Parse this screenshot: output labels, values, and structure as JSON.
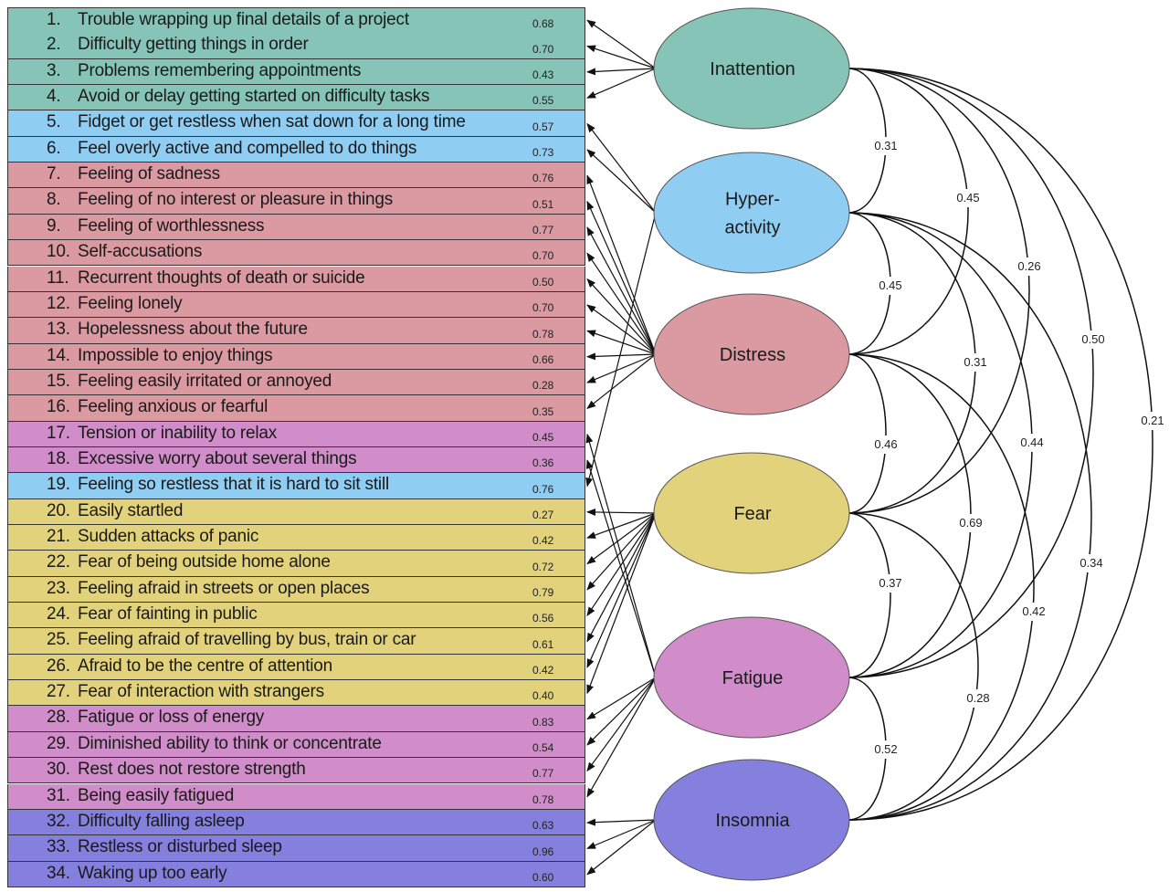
{
  "factors": [
    {
      "name": "Inattention",
      "lines": [
        "Inattention"
      ],
      "color": "#86c4b8"
    },
    {
      "name": "Hyperactivity",
      "lines": [
        "Hyper-",
        "activity"
      ],
      "color": "#8fcdf2"
    },
    {
      "name": "Distress",
      "lines": [
        "Distress"
      ],
      "color": "#db9aa1"
    },
    {
      "name": "Fear",
      "lines": [
        "Fear"
      ],
      "color": "#e3d27c"
    },
    {
      "name": "Fatigue",
      "lines": [
        "Fatigue"
      ],
      "color": "#d08dc9"
    },
    {
      "name": "Insomnia",
      "lines": [
        "Insomnia"
      ],
      "color": "#8580de"
    }
  ],
  "items": [
    {
      "num": "1.",
      "label": "Trouble wrapping up final details of a project",
      "loading": "0.68",
      "factor": 0
    },
    {
      "num": "2.",
      "label": "Difficulty getting things in order",
      "loading": "0.70",
      "factor": 0
    },
    {
      "num": "3.",
      "label": "Problems remembering appointments",
      "loading": "0.43",
      "factor": 0
    },
    {
      "num": "4.",
      "label": "Avoid or delay getting started on difficulty tasks",
      "loading": "0.55",
      "factor": 0
    },
    {
      "num": "5.",
      "label": "Fidget or get restless when sat down for a long time",
      "loading": "0.57",
      "factor": 1
    },
    {
      "num": "6.",
      "label": "Feel overly active and compelled to do things",
      "loading": "0.73",
      "factor": 1
    },
    {
      "num": "7.",
      "label": "Feeling of sadness",
      "loading": "0.76",
      "factor": 2
    },
    {
      "num": "8.",
      "label": "Feeling of no interest or pleasure in things",
      "loading": "0.51",
      "factor": 2
    },
    {
      "num": "9.",
      "label": "Feeling of worthlessness",
      "loading": "0.77",
      "factor": 2
    },
    {
      "num": "10.",
      "label": "Self-accusations",
      "loading": "0.70",
      "factor": 2
    },
    {
      "num": "11.",
      "label": "Recurrent thoughts of death or suicide",
      "loading": "0.50",
      "factor": 2
    },
    {
      "num": "12.",
      "label": "Feeling lonely",
      "loading": "0.70",
      "factor": 2
    },
    {
      "num": "13.",
      "label": "Hopelessness about the future",
      "loading": "0.78",
      "factor": 2
    },
    {
      "num": "14.",
      "label": "Impossible to enjoy things",
      "loading": "0.66",
      "factor": 2
    },
    {
      "num": "15.",
      "label": "Feeling easily irritated or annoyed",
      "loading": "0.28",
      "factor": 2
    },
    {
      "num": "16.",
      "label": "Feeling anxious or fearful",
      "loading": "0.35",
      "factor": 2
    },
    {
      "num": "17.",
      "label": "Tension or inability to relax",
      "loading": "0.45",
      "factor": 4
    },
    {
      "num": "18.",
      "label": "Excessive worry about several things",
      "loading": "0.36",
      "factor": 4
    },
    {
      "num": "19.",
      "label": "Feeling so restless that it is hard to sit still",
      "loading": "0.76",
      "factor": 1
    },
    {
      "num": "20.",
      "label": "Easily startled",
      "loading": "0.27",
      "factor": 3
    },
    {
      "num": "21.",
      "label": "Sudden attacks of panic",
      "loading": "0.42",
      "factor": 3
    },
    {
      "num": "22.",
      "label": "Fear of being outside home alone",
      "loading": "0.72",
      "factor": 3
    },
    {
      "num": "23.",
      "label": "Feeling afraid in streets or open places",
      "loading": "0.79",
      "factor": 3
    },
    {
      "num": "24.",
      "label": "Fear of fainting in public",
      "loading": "0.56",
      "factor": 3
    },
    {
      "num": "25.",
      "label": "Feeling afraid of travelling by bus, train or car",
      "loading": "0.61",
      "factor": 3
    },
    {
      "num": "26.",
      "label": "Afraid to be the centre of attention",
      "loading": "0.42",
      "factor": 3
    },
    {
      "num": "27.",
      "label": "Fear of interaction with strangers",
      "loading": "0.40",
      "factor": 3
    },
    {
      "num": "28.",
      "label": "Fatigue or loss of energy",
      "loading": "0.83",
      "factor": 4
    },
    {
      "num": "29.",
      "label": "Diminished ability to think or concentrate",
      "loading": "0.54",
      "factor": 4
    },
    {
      "num": "30.",
      "label": "Rest does not restore strength",
      "loading": "0.77",
      "factor": 4
    },
    {
      "num": "31.",
      "label": "Being easily fatigued",
      "loading": "0.78",
      "factor": 4
    },
    {
      "num": "32.",
      "label": "Difficulty falling asleep",
      "loading": "0.63",
      "factor": 5
    },
    {
      "num": "33.",
      "label": "Restless or disturbed sleep",
      "loading": "0.96",
      "factor": 5
    },
    {
      "num": "34.",
      "label": "Waking up too early",
      "loading": "0.60",
      "factor": 5
    }
  ],
  "correlations": [
    {
      "from": 0,
      "to": 1,
      "value": "0.31"
    },
    {
      "from": 0,
      "to": 2,
      "value": "0.45"
    },
    {
      "from": 0,
      "to": 3,
      "value": "0.26"
    },
    {
      "from": 0,
      "to": 4,
      "value": "0.50"
    },
    {
      "from": 0,
      "to": 5,
      "value": "0.21"
    },
    {
      "from": 1,
      "to": 2,
      "value": "0.45"
    },
    {
      "from": 1,
      "to": 3,
      "value": "0.31"
    },
    {
      "from": 1,
      "to": 4,
      "value": "0.44"
    },
    {
      "from": 1,
      "to": 5,
      "value": "0.34"
    },
    {
      "from": 2,
      "to": 3,
      "value": "0.46"
    },
    {
      "from": 2,
      "to": 4,
      "value": "0.69"
    },
    {
      "from": 2,
      "to": 5,
      "value": "0.42"
    },
    {
      "from": 3,
      "to": 4,
      "value": "0.37"
    },
    {
      "from": 3,
      "to": 5,
      "value": "0.28"
    },
    {
      "from": 4,
      "to": 5,
      "value": "0.52"
    }
  ]
}
